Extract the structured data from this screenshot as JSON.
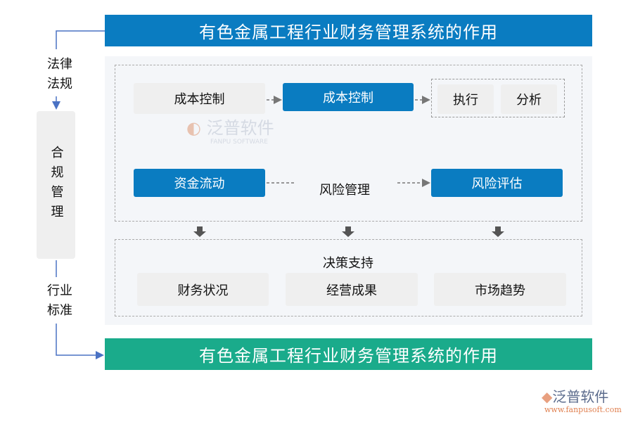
{
  "title_top": "有色金属工程行业财务管理系统的作用",
  "title_bottom": "有色金属工程行业财务管理系统的作用",
  "colors": {
    "blue": "#0a7cc1",
    "green": "#1aab8b",
    "grey": "#efefef",
    "panel": "#f4f6f9"
  },
  "left": {
    "top_label": [
      "法律",
      "法规"
    ],
    "middle_label": "合规管理",
    "bottom_label": [
      "行业",
      "标准"
    ]
  },
  "row1": {
    "cost_control_grey": "成本控制",
    "cost_control_blue": "成本控制",
    "execute": "执行",
    "analyze": "分析"
  },
  "row2": {
    "capital_flow": "资金流动",
    "risk_mgmt": "风险管理",
    "risk_assess": "风险评估"
  },
  "decision": {
    "title": "决策支持",
    "items": [
      "财务状况",
      "经营成果",
      "市场趋势"
    ]
  },
  "watermark": {
    "cn": "泛普软件",
    "en": "FANPU SOFTWARE"
  },
  "logo": {
    "cn": "泛普软件",
    "url": "www.fanpusoft.com"
  }
}
